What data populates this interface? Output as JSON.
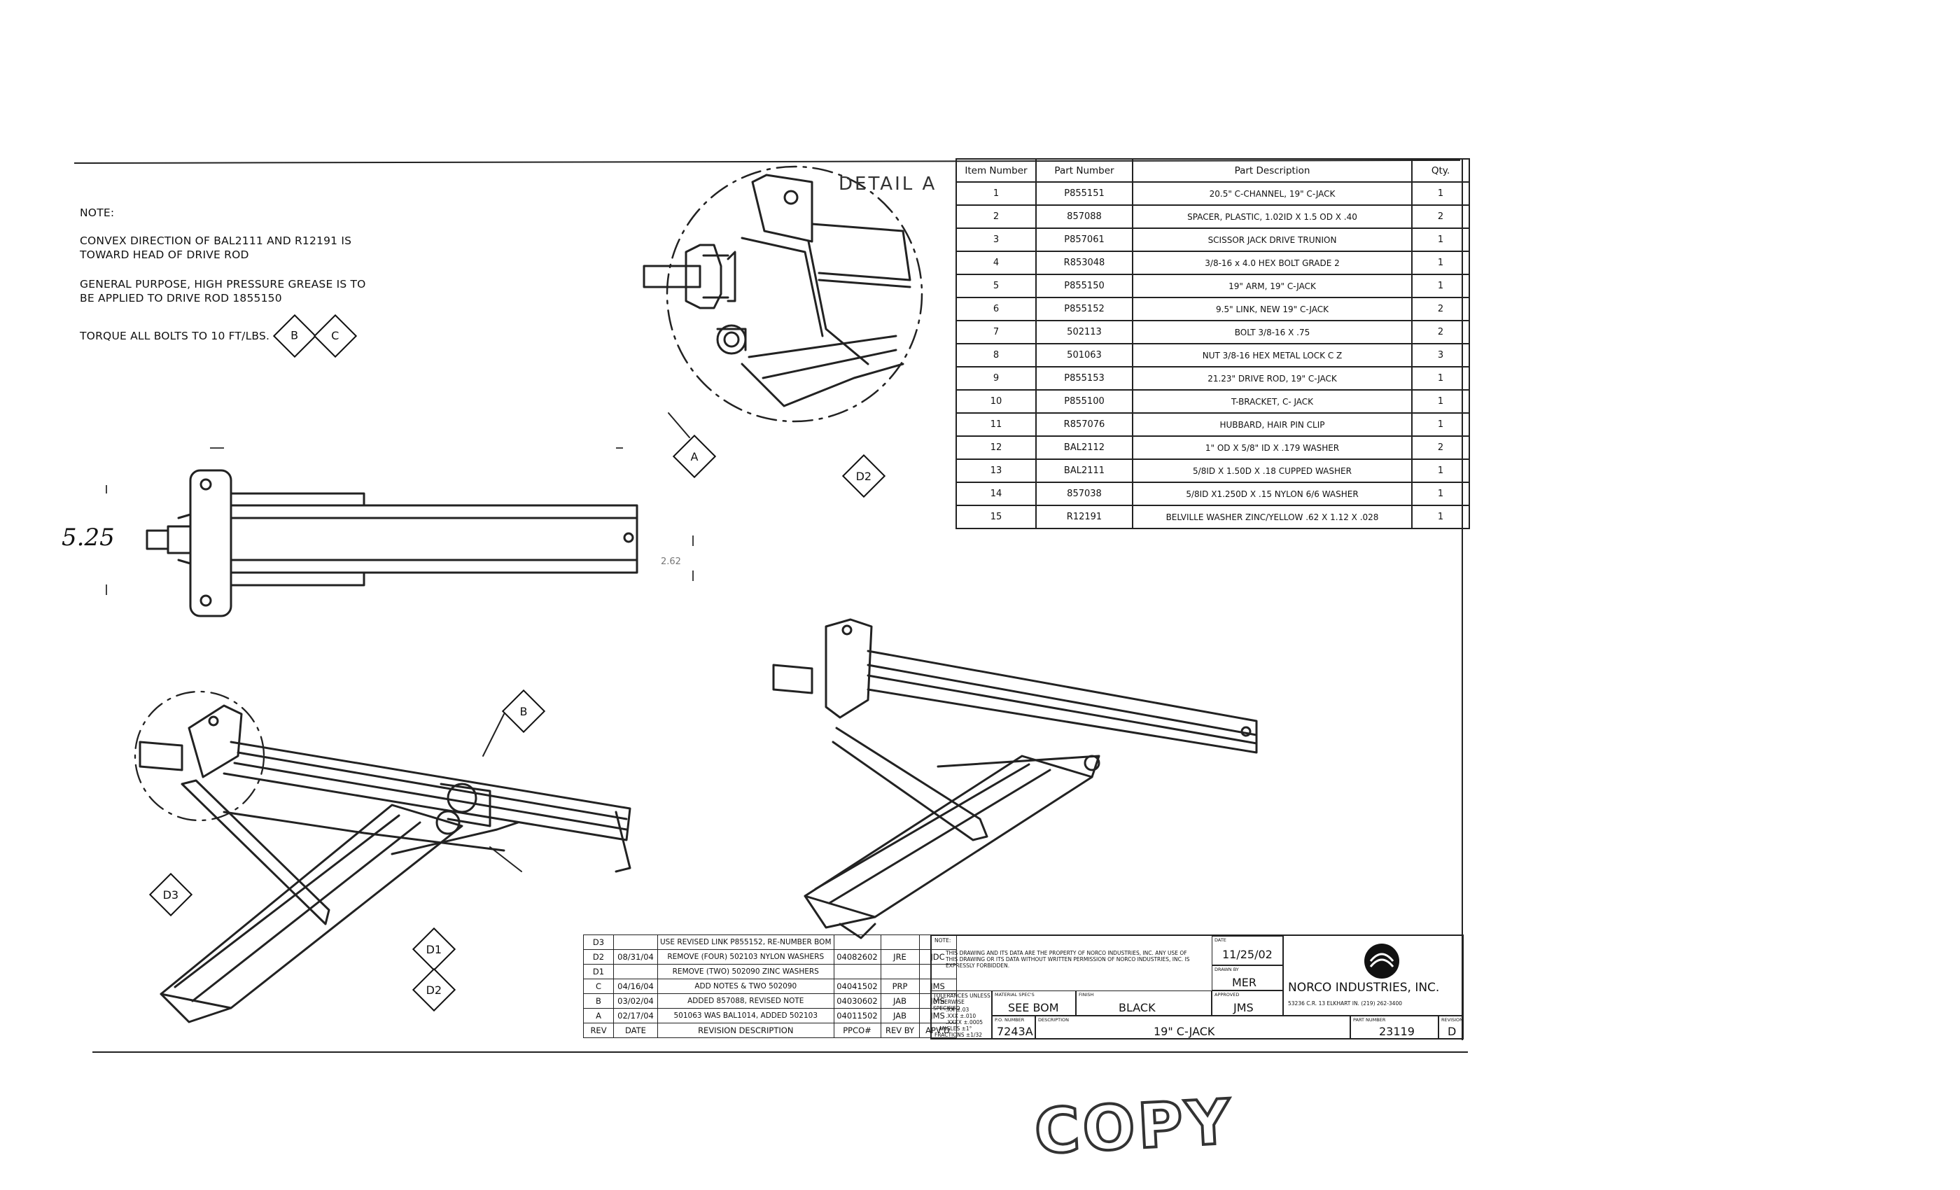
{
  "notes": {
    "heading": "NOTE:",
    "lines": [
      "CONVEX DIRECTION OF BAL2111 AND R12191 IS TOWARD HEAD OF DRIVE ROD",
      "GENERAL PURPOSE, HIGH PRESSURE GREASE IS TO BE APPLIED TO DRIVE ROD 1855150",
      "TORQUE ALL BOLTS TO 10 FT/LBS."
    ],
    "torque_refs": [
      "B",
      "C"
    ]
  },
  "detail_label": "DETAIL A",
  "callouts": {
    "a": "A",
    "b": "B",
    "d1": "D1",
    "d2": "D2",
    "d2b": "D2",
    "d3": "D3"
  },
  "dimensions": {
    "height_note": "5.25",
    "width_note": "2.62"
  },
  "bom": {
    "headers": [
      "Item Number",
      "Part Number",
      "Part Description",
      "Qty."
    ],
    "rows": [
      [
        "1",
        "P855151",
        "20.5\" C-CHANNEL, 19\" C-JACK",
        "1"
      ],
      [
        "2",
        "857088",
        "SPACER, PLASTIC, 1.02ID X 1.5 OD X .40",
        "2"
      ],
      [
        "3",
        "P857061",
        "SCISSOR JACK DRIVE TRUNION",
        "1"
      ],
      [
        "4",
        "R853048",
        "3/8-16 x 4.0 HEX BOLT GRADE 2",
        "1"
      ],
      [
        "5",
        "P855150",
        "19\" ARM, 19\" C-JACK",
        "1"
      ],
      [
        "6",
        "P855152",
        "9.5\" LINK, NEW 19\" C-JACK",
        "2"
      ],
      [
        "7",
        "502113",
        "BOLT 3/8-16 X .75",
        "2"
      ],
      [
        "8",
        "501063",
        "NUT 3/8-16 HEX METAL LOCK C Z",
        "3"
      ],
      [
        "9",
        "P855153",
        "21.23\" DRIVE ROD, 19\" C-JACK",
        "1"
      ],
      [
        "10",
        "P855100",
        "T-BRACKET, C- JACK",
        "1"
      ],
      [
        "11",
        "R857076",
        "HUBBARD, HAIR PIN CLIP",
        "1"
      ],
      [
        "12",
        "BAL2112",
        "1\" OD X 5/8\" ID X .179 WASHER",
        "2"
      ],
      [
        "13",
        "BAL2111",
        "5/8ID X 1.50D X .18 CUPPED WASHER",
        "1"
      ],
      [
        "14",
        "857038",
        "5/8ID X1.250D X .15 NYLON 6/6 WASHER",
        "1"
      ],
      [
        "15",
        "R12191",
        "BELVILLE WASHER ZINC/YELLOW .62 X 1.12 X .028",
        "1"
      ]
    ]
  },
  "revisions": {
    "rows": [
      [
        "D3",
        "",
        "USE REVISED LINK P855152, RE-NUMBER BOM",
        "",
        "",
        ""
      ],
      [
        "D2",
        "08/31/04",
        "REMOVE (FOUR) 502103 NYLON WASHERS",
        "04082602",
        "JRE",
        "JDC"
      ],
      [
        "D1",
        "",
        "REMOVE (TWO) 502090 ZINC WASHERS",
        "",
        "",
        ""
      ],
      [
        "C",
        "04/16/04",
        "ADD NOTES & TWO 502090",
        "04041502",
        "PRP",
        "JMS"
      ],
      [
        "B",
        "03/02/04",
        "ADDED 857088, REVISED NOTE",
        "04030602",
        "JAB",
        "JMS"
      ],
      [
        "A",
        "02/17/04",
        "501063 WAS BAL1014, ADDED 502103",
        "04011502",
        "JAB",
        "JMS"
      ]
    ],
    "headers": [
      "REV",
      "DATE",
      "REVISION DESCRIPTION",
      "PPCO#",
      "REV BY",
      "APV'D"
    ]
  },
  "title_block": {
    "notice_label": "NOTE:",
    "notice": "THIS DRAWING AND ITS DATA ARE THE PROPERTY OF NORCO INDUSTRIES, INC. ANY USE OF THIS DRAWING OR ITS DATA WITHOUT WRITTEN PERMISSION OF NORCO INDUSTRIES, INC. IS EXPRESSLY FORBIDDEN.",
    "date_label": "DATE",
    "date": "11/25/02",
    "drawn_label": "DRAWN BY",
    "drawn": "MER",
    "checked_label": "APPROVED",
    "checked": "JMS",
    "tolerance_label": "TOLERANCES UNLESS OTHERWISE SPECIFIED",
    "tolerance_lines": [
      ".XX ±.03",
      ".XXX ±.010",
      ".XXXX ±.0005",
      "ANGLES ±1°",
      "FRACTIONS ±1/32"
    ],
    "material_label": "MATERIAL SPEC'S",
    "material": "SEE BOM",
    "finish_label": "FINISH",
    "finish": "BLACK",
    "po_label": "P.O. NUMBER",
    "po": "7243A",
    "description_label": "DESCRIPTION",
    "description": "19\" C-JACK",
    "company": "NORCO INDUSTRIES, INC.",
    "address": "53236 C.R. 13 ELKHART IN. (219) 262-3400",
    "part_label": "PART NUMBER",
    "part": "23119",
    "rev_label": "REVISION",
    "rev": "D"
  },
  "stamp": "COPY"
}
